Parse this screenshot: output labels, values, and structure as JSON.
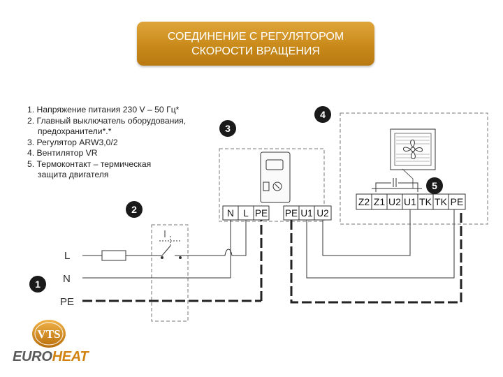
{
  "title": {
    "line1": "СОЕДИНЕНИЕ С РЕГУЛЯТОРОМ",
    "line2": "СКОРОСТИ ВРАЩЕНИЯ"
  },
  "legend": [
    "1. Напряжение питания 230 V – 50 Гц*",
    "2. Главный выключатель оборудования,",
    "предохранители*.*",
    "3. Регулятор ARW3,0/2",
    "4. Вентилятор VR",
    "5. Термоконтакт – термическая",
    "защита двигателя"
  ],
  "markers": [
    "1",
    "2",
    "3",
    "4",
    "5"
  ],
  "lines": {
    "l": "L",
    "n": "N",
    "pe": "PE"
  },
  "controller_terminals": [
    "N",
    "L",
    "PE"
  ],
  "fan_input_terminals": [
    "PE",
    "U1",
    "U2"
  ],
  "fan_block_terminals": [
    "Z2",
    "Z1",
    "U2",
    "U1",
    "TK",
    "TK",
    "PE"
  ],
  "logo": {
    "badge": "VTS",
    "word_part1": "EURO",
    "word_part2": "HEAT"
  },
  "colors": {
    "accent": "#c98a1a",
    "marker": "#1a1a1a",
    "brand_orange": "#d2820f"
  }
}
